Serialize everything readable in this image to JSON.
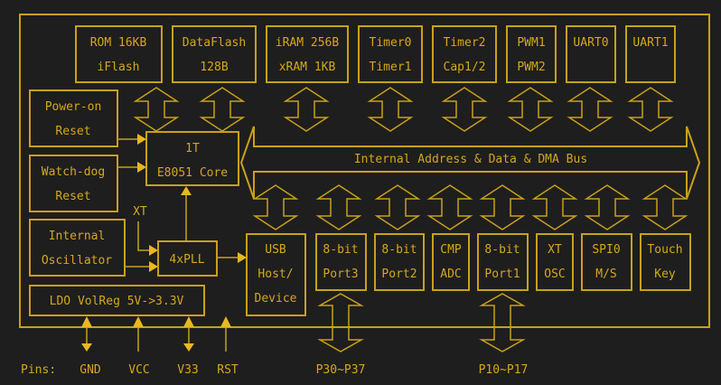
{
  "diagram": {
    "title": "E8051 MCU Block Diagram",
    "colors": {
      "background": "#1e1e1e",
      "line": "#c9a01c",
      "text": "#d4a81c",
      "arrowhead": "#e8b820"
    },
    "top_blocks": [
      {
        "id": "rom",
        "lines": [
          "ROM 16KB",
          "iFlash"
        ]
      },
      {
        "id": "dataflash",
        "lines": [
          "DataFlash",
          "128B"
        ]
      },
      {
        "id": "ram",
        "lines": [
          "iRAM 256B",
          "xRAM 1KB"
        ]
      },
      {
        "id": "timer01",
        "lines": [
          "Timer0",
          "Timer1"
        ]
      },
      {
        "id": "timer2",
        "lines": [
          "Timer2",
          "Cap1/2"
        ]
      },
      {
        "id": "pwm",
        "lines": [
          "PWM1",
          "PWM2"
        ]
      },
      {
        "id": "uart0",
        "lines": [
          "UART0",
          ""
        ]
      },
      {
        "id": "uart1",
        "lines": [
          "UART1",
          ""
        ]
      }
    ],
    "left_blocks": [
      {
        "id": "por",
        "lines": [
          "Power-on",
          "Reset"
        ]
      },
      {
        "id": "wdt",
        "lines": [
          "Watch-dog",
          "Reset"
        ]
      },
      {
        "id": "osc",
        "lines": [
          "Internal",
          "Oscillator"
        ]
      }
    ],
    "core": {
      "lines": [
        "1T",
        "E8051 Core"
      ]
    },
    "pll": {
      "label": "4xPLL"
    },
    "xt_label": "XT",
    "bus": {
      "label": "Internal Address & Data & DMA Bus"
    },
    "bottom_blocks": [
      {
        "id": "usb",
        "lines": [
          "USB",
          "Host/",
          "Device"
        ]
      },
      {
        "id": "port3",
        "lines": [
          "8-bit",
          "Port3"
        ]
      },
      {
        "id": "port2",
        "lines": [
          "8-bit",
          "Port2"
        ]
      },
      {
        "id": "cmp",
        "lines": [
          "CMP",
          "ADC"
        ]
      },
      {
        "id": "port1",
        "lines": [
          "8-bit",
          "Port1"
        ]
      },
      {
        "id": "xtosc",
        "lines": [
          "XT",
          "OSC"
        ]
      },
      {
        "id": "spi",
        "lines": [
          "SPI0",
          "M/S"
        ]
      },
      {
        "id": "touch",
        "lines": [
          "Touch",
          "Key"
        ]
      }
    ],
    "ldo": {
      "label": "LDO VolReg 5V->3.3V"
    },
    "pins": {
      "prefix": "Pins:",
      "items": [
        "GND",
        "VCC",
        "V33",
        "RST"
      ],
      "port3": "P30~P37",
      "port1": "P10~P17"
    }
  }
}
